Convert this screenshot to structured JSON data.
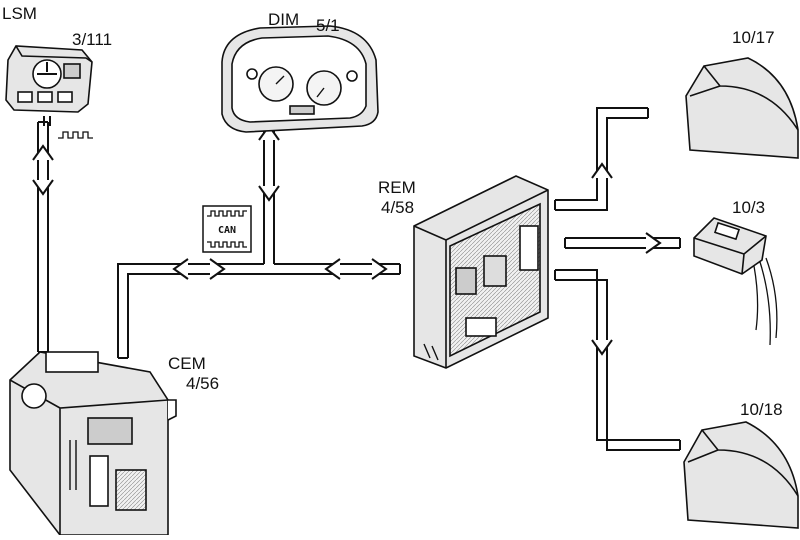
{
  "modules": {
    "lsm": {
      "name": "LSM",
      "code": "3/111"
    },
    "dim": {
      "name": "DIM",
      "code": "5/1"
    },
    "rem": {
      "name": "REM",
      "code": "4/58"
    },
    "cem": {
      "name": "CEM",
      "code": "4/56"
    },
    "lamp_top": {
      "code": "10/17"
    },
    "lamp_mid": {
      "code": "10/3"
    },
    "lamp_bottom": {
      "code": "10/18"
    }
  },
  "bus": {
    "label": "CAN"
  },
  "colors": {
    "line": "#111111",
    "background": "#ffffff",
    "device_fill": "#e4e4e4"
  }
}
